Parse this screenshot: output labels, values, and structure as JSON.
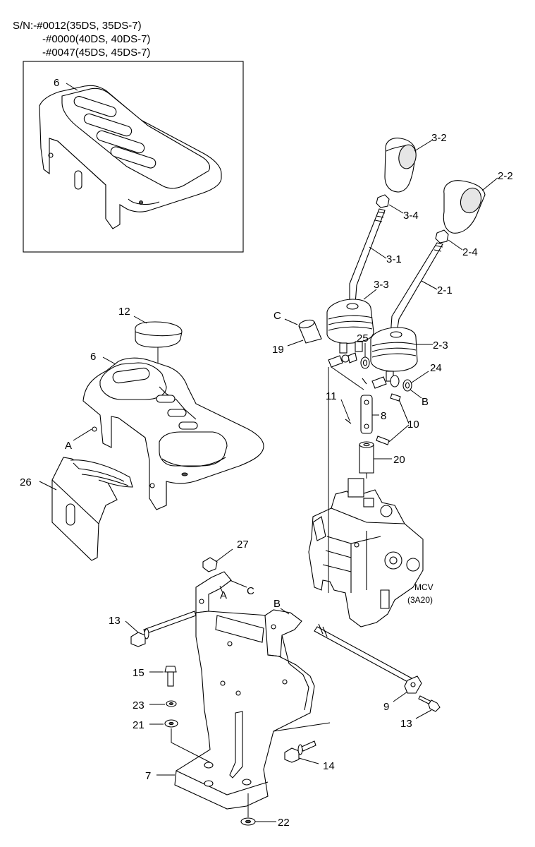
{
  "serial_notes": [
    "S/N:-#0012(35DS, 35DS-7)",
    "-#0000(40DS, 40DS-7)",
    "-#0047(45DS, 45DS-7)"
  ],
  "callouts": {
    "inset_cover": "6",
    "knob_3": "3-2",
    "knob_2": "2-2",
    "nut_3": "3-4",
    "nut_2": "2-4",
    "lever_3": "3-1",
    "lever_2": "2-1",
    "boot_3": "3-3",
    "boot_2": "2-3",
    "plug": "12",
    "cover": "6",
    "spacer_c": "C",
    "bushing": "19",
    "washer_25": "25",
    "washer_24": "24",
    "ref_b_top": "B",
    "pin_11": "11",
    "link_8": "8",
    "pin_10": "10",
    "collar_20": "20",
    "ref_a_cover": "A",
    "plate_26": "26",
    "nut_27": "27",
    "ref_a_bracket": "A",
    "ref_c_bracket": "C",
    "ref_b_bracket": "B",
    "bolt_13_left": "13",
    "bolt_15": "15",
    "washer_23": "23",
    "washer_21": "21",
    "rod_9": "9",
    "bolt_13_right": "13",
    "bolt_14": "14",
    "bracket_7": "7",
    "washer_22": "22"
  },
  "mcv_label": "MCV",
  "mcv_code": "(3A20)"
}
